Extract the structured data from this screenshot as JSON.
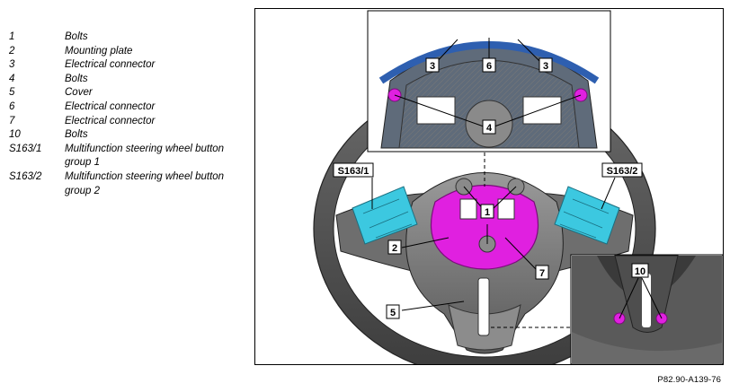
{
  "legend": [
    {
      "key": "1",
      "text": "Bolts"
    },
    {
      "key": "2",
      "text": "Mounting plate"
    },
    {
      "key": "3",
      "text": "Electrical connector"
    },
    {
      "key": "4",
      "text": "Bolts"
    },
    {
      "key": "5",
      "text": "Cover"
    },
    {
      "key": "6",
      "text": "Electrical connector"
    },
    {
      "key": "7",
      "text": "Electrical connector"
    },
    {
      "key": "10",
      "text": "Bolts"
    },
    {
      "key": "S163/1",
      "text": "Multifunction steering wheel button group 1"
    },
    {
      "key": "S163/2",
      "text": "Multifunction steering wheel button group 2"
    }
  ],
  "figure": {
    "callouts": {
      "c1": "1",
      "c2": "2",
      "c3a": "3",
      "c3b": "3",
      "c4": "4",
      "c5": "5",
      "c6": "6",
      "c7": "7",
      "c10": "10",
      "s1631": "S163/1",
      "s1632": "S163/2"
    },
    "code": "P82.90-A139-76"
  },
  "colors": {
    "highlight_magenta": "#e020e0",
    "highlight_cyan": "#3cc8e0",
    "highlight_blue": "#2e5fb0",
    "wheel_dark": "#4a4a4a",
    "wheel_mid": "#7a7a7a"
  }
}
